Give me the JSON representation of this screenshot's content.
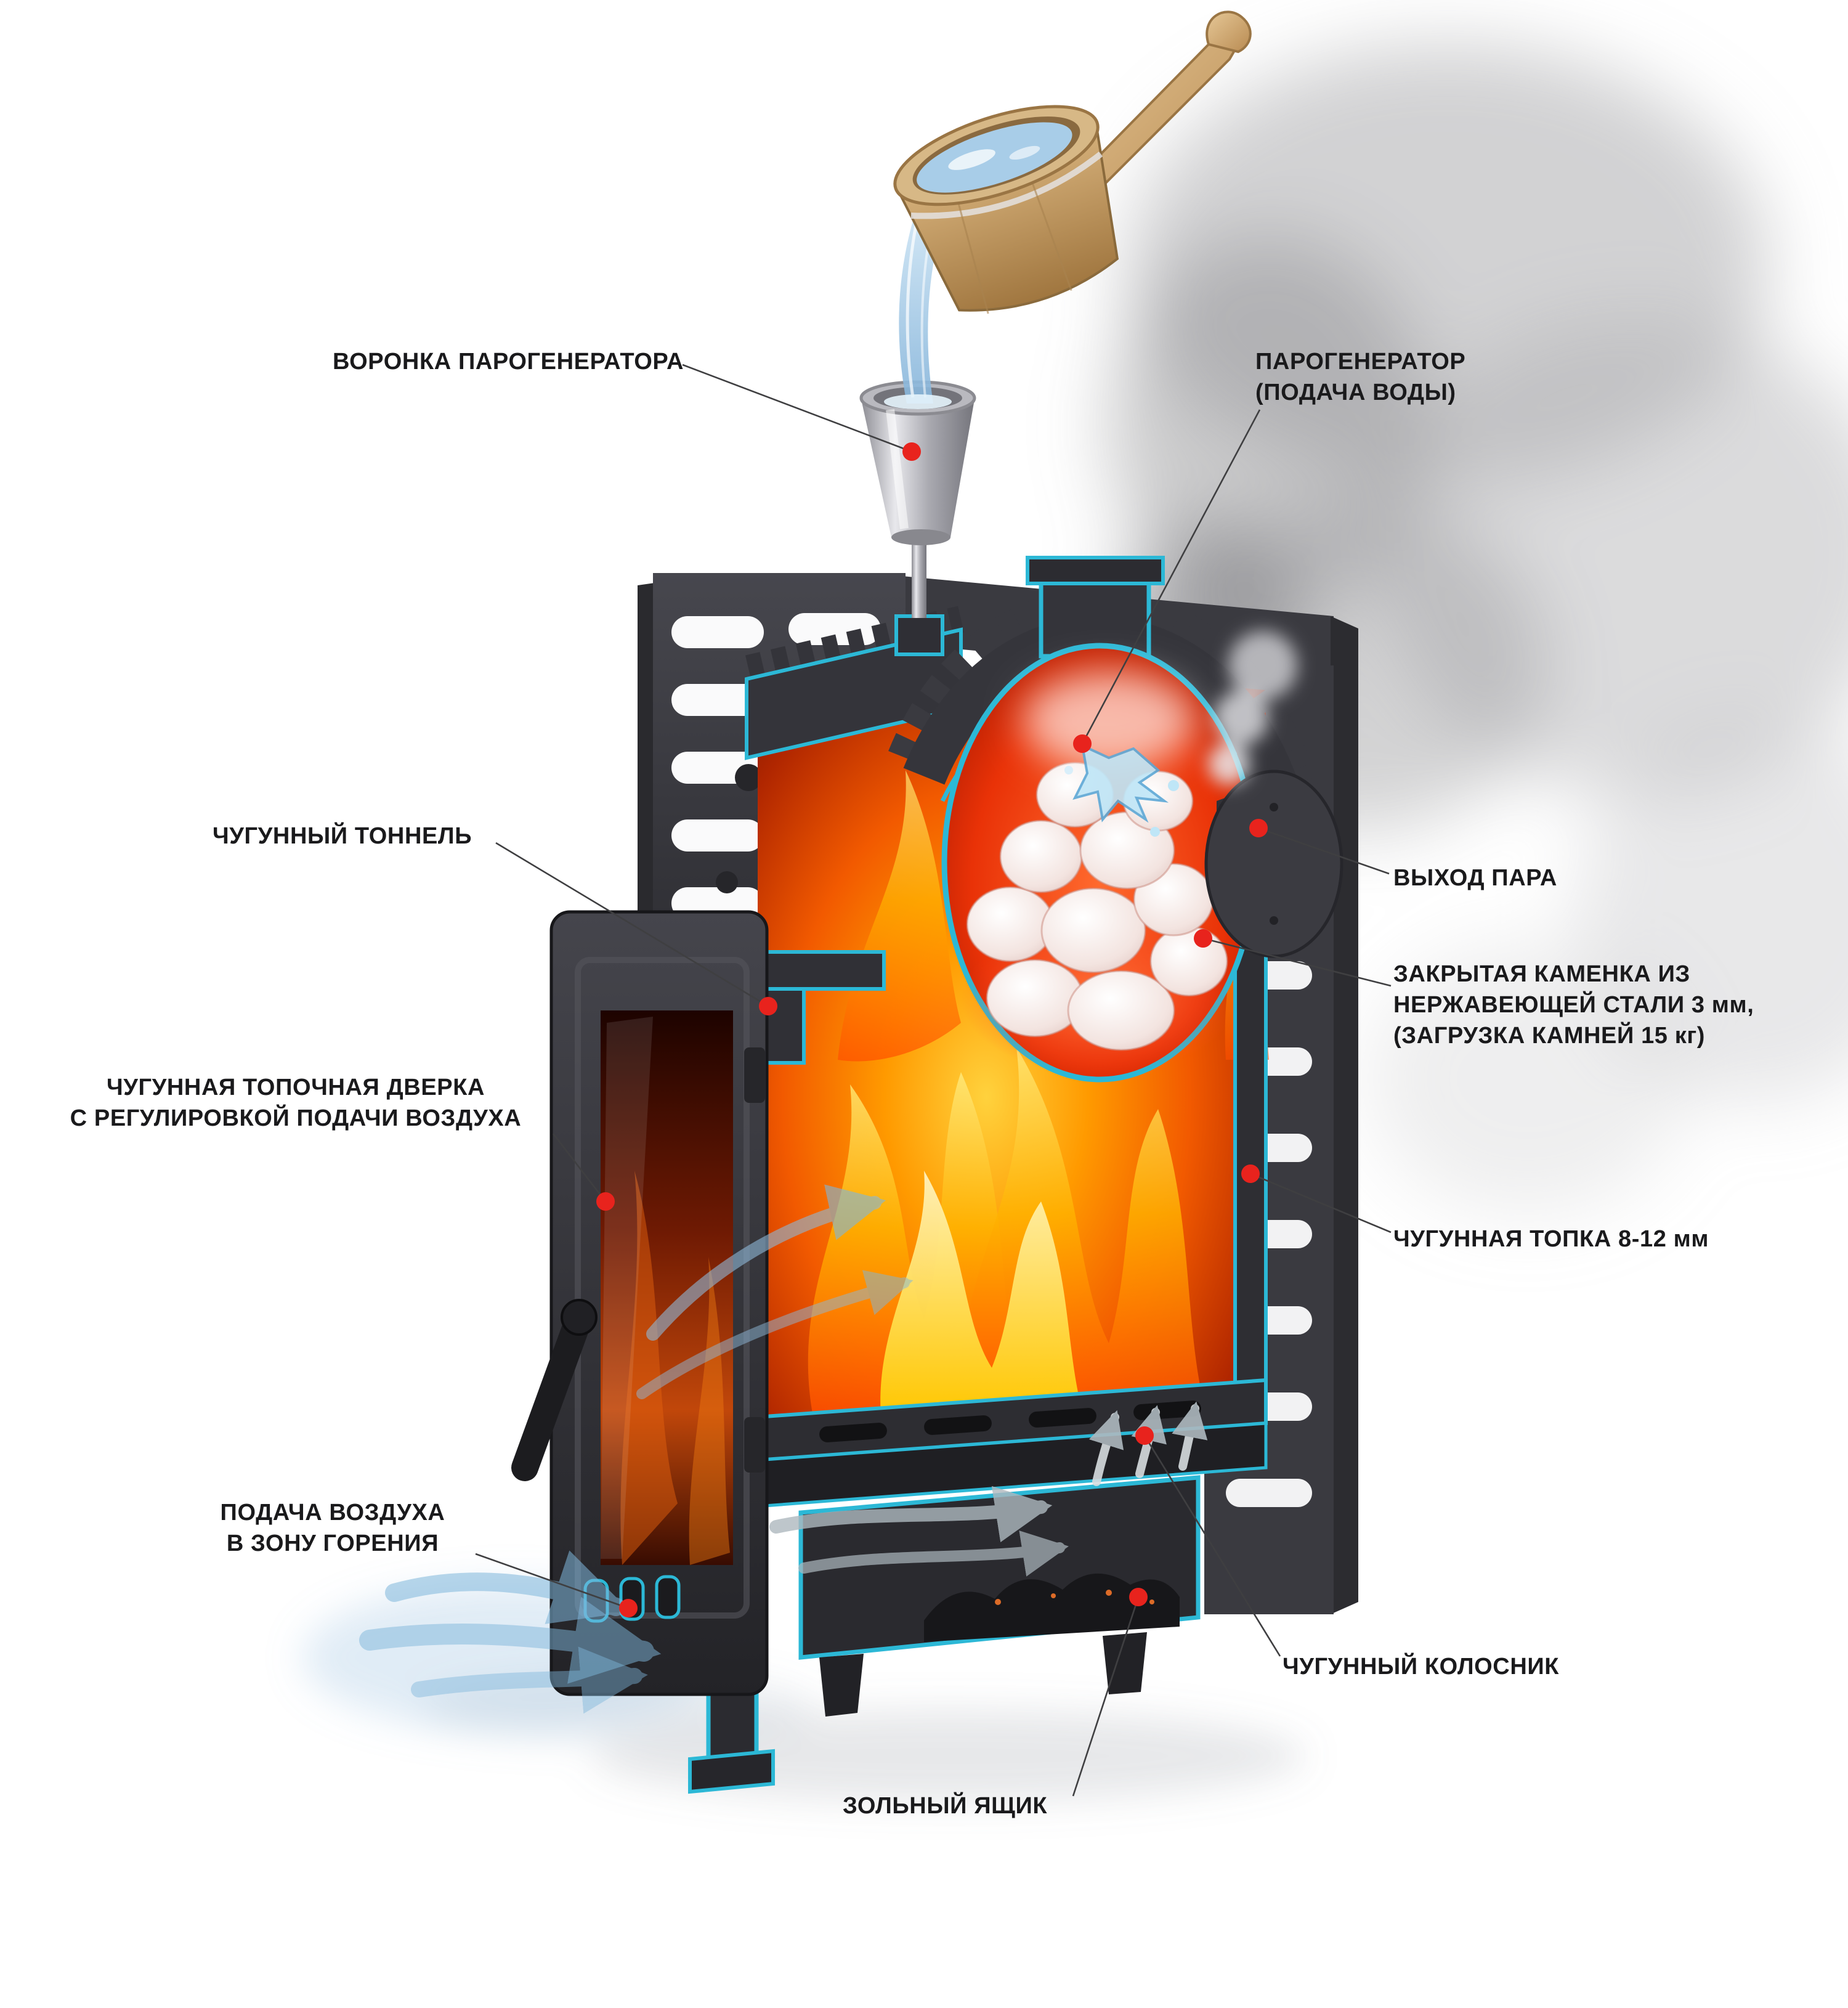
{
  "diagram": {
    "subject": "Cutaway illustration of a sauna (banya) wood stove with steam generator",
    "accent_outline_color": "#2cb8d6",
    "marker_color": "#e8231d",
    "label_text_color": "#1a1a1c"
  },
  "callouts": [
    {
      "id": "funnel",
      "text": "ВОРОНКА ПАРОГЕНЕРАТОРА"
    },
    {
      "id": "steam-generator",
      "text": "ПАРОГЕНЕРАТОР\n(ПОДАЧА ВОДЫ)"
    },
    {
      "id": "tunnel",
      "text": "ЧУГУННЫЙ ТОННЕЛЬ"
    },
    {
      "id": "steam-exit",
      "text": "ВЫХОД ПАРА"
    },
    {
      "id": "stone-chamber",
      "text": "ЗАКРЫТАЯ КАМЕНКА ИЗ\nНЕРЖАВЕЮЩЕЙ СТАЛИ 3 мм,\n(ЗАГРУЗКА КАМНЕЙ 15 кг)"
    },
    {
      "id": "firebox-door",
      "text": "ЧУГУННАЯ ТОПОЧНАЯ ДВЕРКА\nС  РЕГУЛИРОВКОЙ ПОДАЧИ ВОЗДУХА"
    },
    {
      "id": "firebox",
      "text": "ЧУГУННАЯ ТОПКА 8-12 мм"
    },
    {
      "id": "air-supply",
      "text": "ПОДАЧА ВОЗДУХА\nВ ЗОНУ ГОРЕНИЯ"
    },
    {
      "id": "grate",
      "text": "ЧУГУННЫЙ КОЛОСНИК"
    },
    {
      "id": "ash-box",
      "text": "ЗОЛЬНЫЙ ЯЩИК"
    }
  ]
}
